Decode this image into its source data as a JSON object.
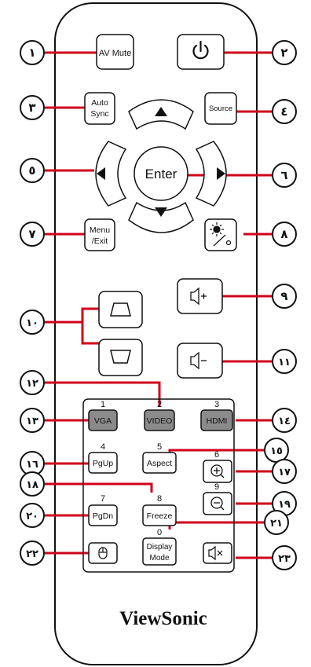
{
  "buttons": {
    "av_mute": "AV Mute",
    "auto_sync_1": "Auto",
    "auto_sync_2": "Sync",
    "source": "Source",
    "enter": "Enter",
    "menu_exit_1": "Menu",
    "menu_exit_2": "/Exit",
    "vga": "VGA",
    "video": "VIDEO",
    "hdmi": "HDMI",
    "pgup": "PgUp",
    "aspect": "Aspect",
    "pgdn": "PgDn",
    "freeze": "Freeze",
    "display_mode_1": "Display",
    "display_mode_2": "Mode"
  },
  "keypad_numbers": {
    "n1": "1",
    "n2": "2",
    "n3": "3",
    "n4": "4",
    "n5": "5",
    "n6": "6",
    "n7": "7",
    "n8": "8",
    "n9": "9",
    "n0": "0"
  },
  "callouts": {
    "c1": "١",
    "c2": "٢",
    "c3": "٣",
    "c4": "٤",
    "c5": "٥",
    "c6": "٦",
    "c7": "٧",
    "c8": "٨",
    "c9": "٩",
    "c10": "١٠",
    "c11": "١١",
    "c12": "١٢",
    "c13": "١٣",
    "c14": "١٤",
    "c15": "١٥",
    "c16": "١٦",
    "c17": "١٧",
    "c18": "١٨",
    "c19": "١٩",
    "c20": "٢٠",
    "c21": "٢١",
    "c22": "٢٢",
    "c23": "٢٣"
  },
  "brand": "ViewSonic",
  "colors": {
    "leader": "#d0021b",
    "highlight": "#8a8a8a",
    "outline": "#111111"
  }
}
